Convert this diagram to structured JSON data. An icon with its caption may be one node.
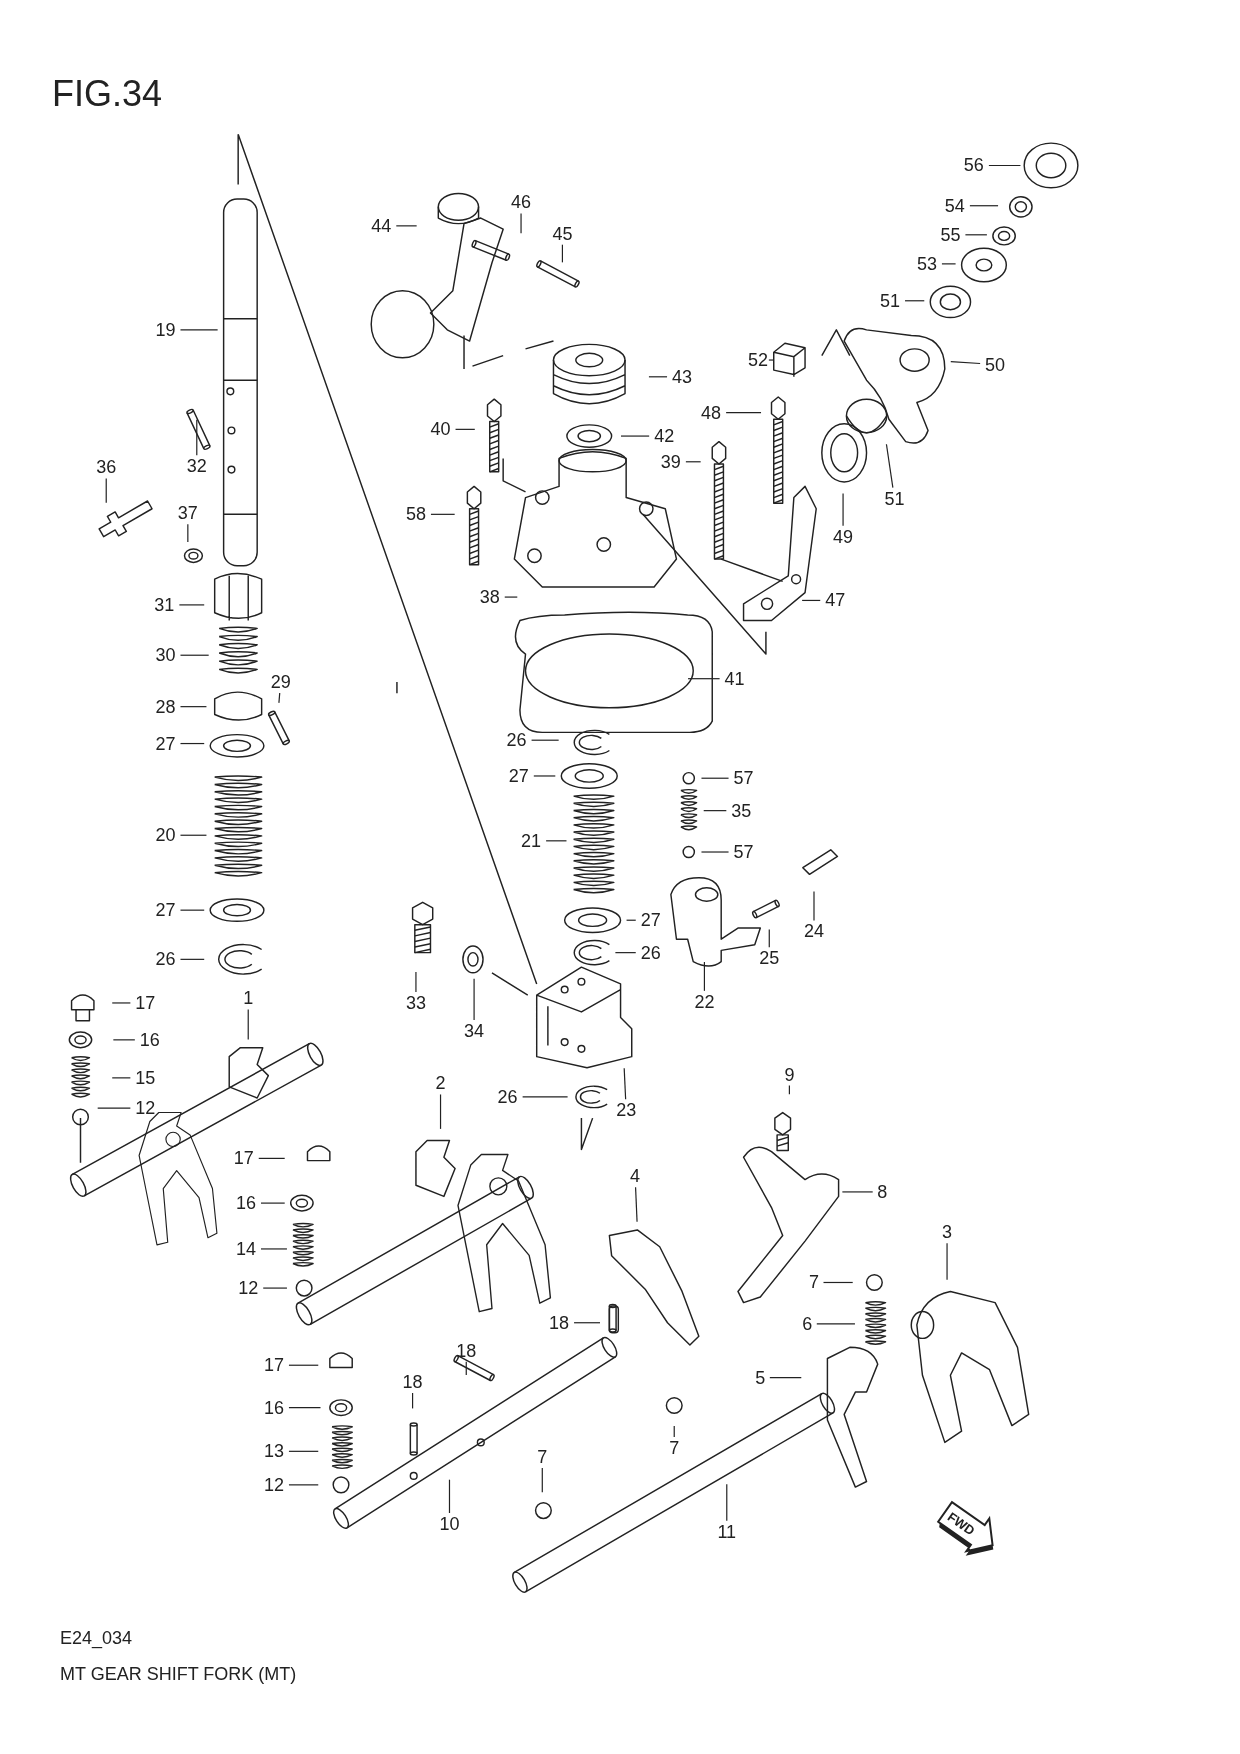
{
  "diagram": {
    "title": "FIG.34",
    "nodes": [
      {
        "text": [
          "56"
        ]
      },
      {
        "text": [
          "54"
        ]
      },
      {
        "text": [
          "55"
        ]
      },
      {
        "text": [
          "53"
        ]
      },
      {
        "text": [
          "51"
        ]
      },
      {
        "text": [
          "52"
        ]
      },
      {
        "text": [
          "50"
        ]
      },
      {
        "text": [
          "44"
        ]
      },
      {
        "text": [
          "46"
        ]
      },
      {
        "text": [
          "45"
        ]
      },
      {
        "text": [
          "43"
        ]
      },
      {
        "text": [
          "40"
        ]
      },
      {
        "text": [
          "42"
        ]
      },
      {
        "text": [
          "48"
        ]
      },
      {
        "text": [
          "39"
        ]
      },
      {
        "text": [
          "51"
        ]
      },
      {
        "text": [
          "49"
        ]
      },
      {
        "text": [
          "58"
        ]
      },
      {
        "text": [
          "38"
        ]
      },
      {
        "text": [
          "47"
        ]
      },
      {
        "text": [
          "41"
        ]
      },
      {
        "text": [
          "19"
        ]
      },
      {
        "text": [
          "32"
        ]
      },
      {
        "text": [
          "36"
        ]
      },
      {
        "text": [
          "37"
        ]
      },
      {
        "text": [
          "31"
        ]
      },
      {
        "text": [
          "30"
        ]
      },
      {
        "text": [
          "29"
        ]
      },
      {
        "text": [
          "28"
        ]
      },
      {
        "text": [
          "27"
        ]
      },
      {
        "text": [
          "20"
        ]
      },
      {
        "text": [
          "27"
        ]
      },
      {
        "text": [
          "26"
        ]
      },
      {
        "text": [
          "26"
        ]
      },
      {
        "text": [
          "27"
        ]
      },
      {
        "text": [
          "21"
        ]
      },
      {
        "text": [
          "57"
        ]
      },
      {
        "text": [
          "35"
        ]
      },
      {
        "text": [
          "57"
        ]
      },
      {
        "text": [
          "27"
        ]
      },
      {
        "text": [
          "26"
        ]
      },
      {
        "text": [
          "24"
        ]
      },
      {
        "text": [
          "25"
        ]
      },
      {
        "text": [
          "22"
        ]
      },
      {
        "text": [
          "33"
        ]
      },
      {
        "text": [
          "34"
        ]
      },
      {
        "text": [
          "23"
        ]
      },
      {
        "text": [
          "26"
        ]
      },
      {
        "text": [
          "17"
        ]
      },
      {
        "text": [
          "16"
        ]
      },
      {
        "text": [
          "15"
        ]
      },
      {
        "text": [
          "12"
        ]
      },
      {
        "text": [
          "1"
        ]
      },
      {
        "text": [
          "2"
        ]
      },
      {
        "text": [
          "17"
        ]
      },
      {
        "text": [
          "16"
        ]
      },
      {
        "text": [
          "14"
        ]
      },
      {
        "text": [
          "12"
        ]
      },
      {
        "text": [
          "9"
        ]
      },
      {
        "text": [
          "8"
        ]
      },
      {
        "text": [
          "4"
        ]
      },
      {
        "text": [
          "3"
        ]
      },
      {
        "text": [
          "7"
        ]
      },
      {
        "text": [
          "6"
        ]
      },
      {
        "text": [
          "18"
        ]
      },
      {
        "text": [
          "18"
        ]
      },
      {
        "text": [
          "18"
        ]
      },
      {
        "text": [
          "5"
        ]
      },
      {
        "text": [
          "7"
        ]
      },
      {
        "text": [
          "7"
        ]
      },
      {
        "text": [
          "17"
        ]
      },
      {
        "text": [
          "16"
        ]
      },
      {
        "text": [
          "13"
        ]
      },
      {
        "text": [
          "12"
        ]
      },
      {
        "text": [
          "10"
        ]
      },
      {
        "text": [
          "11"
        ]
      }
    ],
    "edges": [
      {
        "from": 0,
        "to": null,
        "arrow": "none"
      },
      {
        "from": 1,
        "to": null,
        "arrow": "none"
      },
      {
        "from": 2,
        "to": null,
        "arrow": "none"
      },
      {
        "from": 3,
        "to": null,
        "arrow": "none"
      },
      {
        "from": 4,
        "to": null,
        "arrow": "none"
      },
      {
        "from": 5,
        "to": null,
        "arrow": "none"
      },
      {
        "from": 6,
        "to": null,
        "arrow": "none"
      },
      {
        "from": 7,
        "to": null,
        "arrow": "none"
      },
      {
        "from": 8,
        "to": null,
        "arrow": "none"
      },
      {
        "from": 9,
        "to": null,
        "arrow": "none"
      },
      {
        "from": 10,
        "to": null,
        "arrow": "none"
      },
      {
        "from": 11,
        "to": null,
        "arrow": "none"
      },
      {
        "from": 12,
        "to": null,
        "arrow": "none"
      },
      {
        "from": 13,
        "to": null,
        "arrow": "none"
      },
      {
        "from": 14,
        "to": null,
        "arrow": "none"
      },
      {
        "from": 15,
        "to": null,
        "arrow": "none"
      },
      {
        "from": 16,
        "to": null,
        "arrow": "none"
      },
      {
        "from": 17,
        "to": null,
        "arrow": "none"
      },
      {
        "from": 18,
        "to": null,
        "arrow": "none"
      },
      {
        "from": 19,
        "to": null,
        "arrow": "none"
      },
      {
        "from": 20,
        "to": null,
        "arrow": "none"
      },
      {
        "from": 21,
        "to": null,
        "arrow": "none"
      },
      {
        "from": 22,
        "to": null,
        "arrow": "none"
      },
      {
        "from": 23,
        "to": null,
        "arrow": "none"
      },
      {
        "from": 24,
        "to": null,
        "arrow": "none"
      },
      {
        "from": 25,
        "to": null,
        "arrow": "none"
      },
      {
        "from": 26,
        "to": null,
        "arrow": "none"
      },
      {
        "from": 27,
        "to": null,
        "arrow": "none"
      },
      {
        "from": 28,
        "to": null,
        "arrow": "none"
      },
      {
        "from": 29,
        "to": null,
        "arrow": "none"
      },
      {
        "from": 30,
        "to": null,
        "arrow": "none"
      },
      {
        "from": 31,
        "to": null,
        "arrow": "none"
      },
      {
        "from": 32,
        "to": null,
        "arrow": "none"
      },
      {
        "from": 33,
        "to": null,
        "arrow": "none"
      },
      {
        "from": 34,
        "to": null,
        "arrow": "none"
      },
      {
        "from": 35,
        "to": null,
        "arrow": "none"
      },
      {
        "from": 36,
        "to": null,
        "arrow": "none"
      },
      {
        "from": 37,
        "to": null,
        "arrow": "none"
      },
      {
        "from": 38,
        "to": null,
        "arrow": "none"
      },
      {
        "from": 39,
        "to": null,
        "arrow": "none"
      },
      {
        "from": 40,
        "to": null,
        "arrow": "none"
      },
      {
        "from": 41,
        "to": null,
        "arrow": "none"
      },
      {
        "from": 42,
        "to": null,
        "arrow": "none"
      },
      {
        "from": 43,
        "to": null,
        "arrow": "none"
      },
      {
        "from": 44,
        "to": null,
        "arrow": "none"
      },
      {
        "from": 45,
        "to": null,
        "arrow": "none"
      },
      {
        "from": 46,
        "to": null,
        "arrow": "none"
      },
      {
        "from": 47,
        "to": null,
        "arrow": "none"
      },
      {
        "from": 48,
        "to": null,
        "arrow": "none"
      },
      {
        "from": 49,
        "to": null,
        "arrow": "none"
      },
      {
        "from": 50,
        "to": null,
        "arrow": "none"
      },
      {
        "from": 51,
        "to": null,
        "arrow": "none"
      },
      {
        "from": 52,
        "to": null,
        "arrow": "none"
      },
      {
        "from": 53,
        "to": null,
        "arrow": "none"
      },
      {
        "from": 54,
        "to": null,
        "arrow": "none"
      },
      {
        "from": 55,
        "to": null,
        "arrow": "none"
      },
      {
        "from": 56,
        "to": null,
        "arrow": "none"
      },
      {
        "from": 57,
        "to": null,
        "arrow": "none"
      },
      {
        "from": 58,
        "to": null,
        "arrow": "none"
      },
      {
        "from": 59,
        "to": null,
        "arrow": "none"
      },
      {
        "from": 60,
        "to": null,
        "arrow": "none"
      },
      {
        "from": 61,
        "to": null,
        "arrow": "none"
      },
      {
        "from": 62,
        "to": null,
        "arrow": "none"
      },
      {
        "from": 63,
        "to": null,
        "arrow": "none"
      },
      {
        "from": 64,
        "to": null,
        "arrow": "none"
      },
      {
        "from": 65,
        "to": null,
        "arrow": "none"
      },
      {
        "from": 66,
        "to": null,
        "arrow": "none"
      },
      {
        "from": 67,
        "to": null,
        "arrow": "none"
      },
      {
        "from": 68,
        "to": null,
        "arrow": "none"
      },
      {
        "from": 69,
        "to": null,
        "arrow": "none"
      },
      {
        "from": 70,
        "to": null,
        "arrow": "none"
      },
      {
        "from": 71,
        "to": null,
        "arrow": "none"
      },
      {
        "from": 72,
        "to": null,
        "arrow": "none"
      },
      {
        "from": 73,
        "to": null,
        "arrow": "none"
      },
      {
        "from": 74,
        "to": null,
        "arrow": "none"
      },
      {
        "from": 75,
        "to": null,
        "arrow": "none"
      }
    ],
    "labels": [
      "FWD",
      "E24_034",
      "MT GEAR SHIFT FORK (MT)"
    ]
  }
}
